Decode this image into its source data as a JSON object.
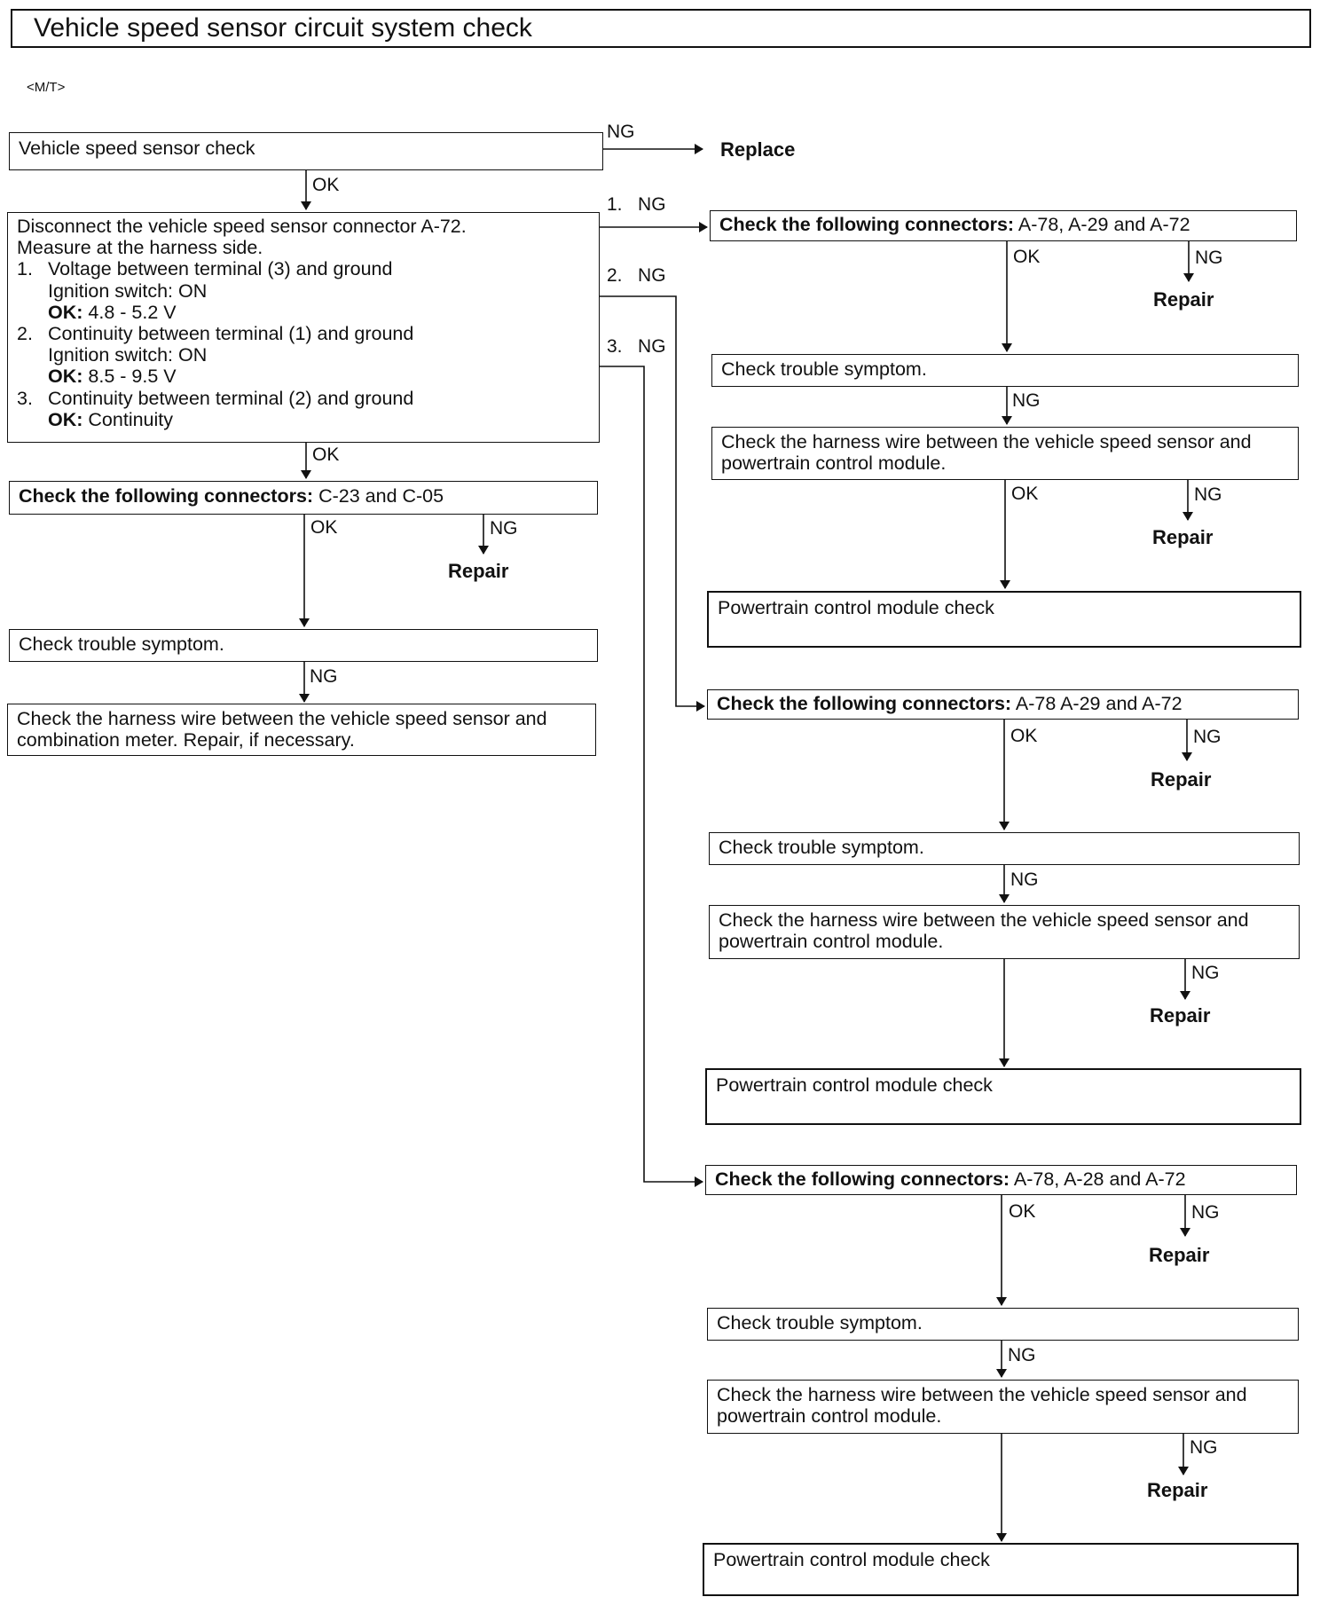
{
  "title": "Vehicle speed sensor circuit system check",
  "subtitle": "<M/T>",
  "left": {
    "sensor_check": "Vehicle speed sensor check",
    "replace_label": "Replace",
    "disconnect": {
      "line1": "Disconnect the vehicle speed sensor connector A-72.",
      "line2": "Measure at the harness side.",
      "item1_num": "1.",
      "item1": "Voltage between terminal (3) and ground",
      "item1_cond": "Ignition switch: ON",
      "item1_ok_key": "OK:",
      "item1_ok_val": "4.8 - 5.2 V",
      "item2_num": "2.",
      "item2": "Continuity between terminal (1) and ground",
      "item2_cond": "Ignition switch: ON",
      "item2_ok_key": "OK:",
      "item2_ok_val": "8.5 - 9.5 V",
      "item3_num": "3.",
      "item3": "Continuity between terminal (2) and ground",
      "item3_ok_key": "OK:",
      "item3_ok_val": "Continuity"
    },
    "connectors_key": "Check the following connectors:",
    "connectors_val": "C-23 and C-05",
    "repair": "Repair",
    "trouble": "Check trouble symptom.",
    "harness_line1": "Check the harness wire between the vehicle speed sensor and",
    "harness_line2": "combination meter. Repair, if necessary."
  },
  "branches": [
    {
      "num": "1.",
      "connectors_key": "Check the following connectors:",
      "connectors_val": "A-78, A-29 and A-72",
      "repair1": "Repair",
      "trouble": "Check trouble symptom.",
      "harness_line1": "Check the harness wire between the vehicle speed sensor and",
      "harness_line2": "powertrain control module.",
      "repair2": "Repair",
      "pcm": "Powertrain control module check"
    },
    {
      "num": "2.",
      "connectors_key": "Check the following connectors:",
      "connectors_val": "A-78 A-29 and A-72",
      "repair1": "Repair",
      "trouble": "Check trouble symptom.",
      "harness_line1": "Check the harness wire between the vehicle speed sensor and",
      "harness_line2": "powertrain control module.",
      "repair2": "Repair",
      "pcm": "Powertrain control module check"
    },
    {
      "num": "3.",
      "connectors_key": "Check the following connectors:",
      "connectors_val": "A-78, A-28 and A-72",
      "repair1": "Repair",
      "trouble": "Check trouble symptom.",
      "harness_line1": "Check the harness wire between the vehicle speed sensor and",
      "harness_line2": "powertrain control module.",
      "repair2": "Repair",
      "pcm": "Powertrain control module check"
    }
  ],
  "labels": {
    "ok": "OK",
    "ng": "NG"
  }
}
